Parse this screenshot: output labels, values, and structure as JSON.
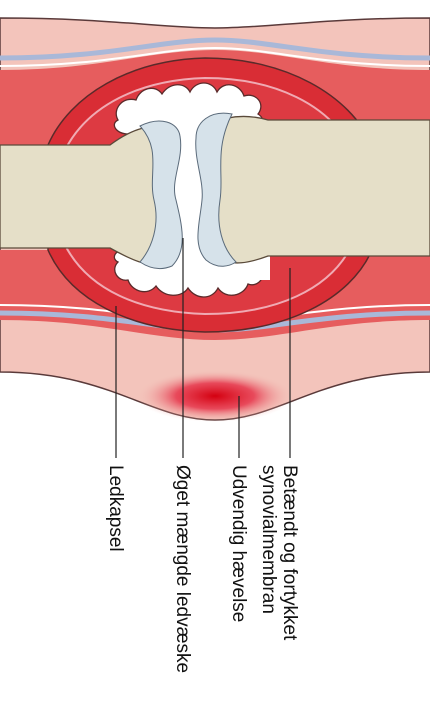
{
  "labels": {
    "joint_capsule": "Ledkapsel",
    "increased_fluid": "Øget mængde ledvæske",
    "external_swelling": "Udvendig hævelse",
    "synovium_line1": "Betændt og fortykket",
    "synovium_line2": "synovialmembran"
  },
  "colors": {
    "skin": "#f3c4bb",
    "muscle": "#e65d5e",
    "vein_line": "#a9b8d8",
    "capsule_fill": "#d92d35",
    "synovium_fill": "#f0aab3",
    "bone": "#e5dfc8",
    "cartilage": "#d6e2ea",
    "fluid": "#ffffff",
    "swelling": "#d40010",
    "outline": "#3a2a2a"
  }
}
